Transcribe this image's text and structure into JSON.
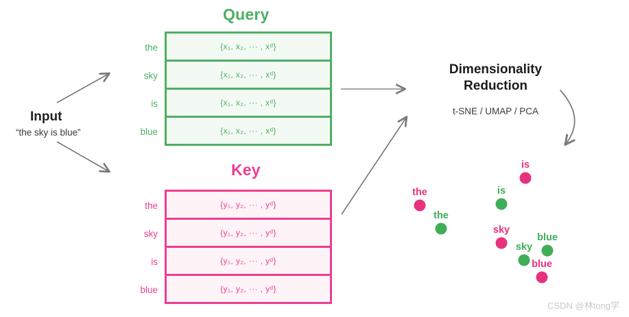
{
  "input": {
    "title": "Input",
    "sentence": "“the sky is blue”"
  },
  "query": {
    "title": "Query",
    "color": "#4CAF62",
    "fill": "#F3FAF4",
    "row_labels": [
      "the",
      "sky",
      "is",
      "blue"
    ],
    "vectors": [
      "{x₁, x₂, ··· , xᵈ}",
      "{x₁, x₂, ··· , xᵈ}",
      "{x₁, x₂, ··· , xᵈ}",
      "{x₁, x₂, ··· , xᵈ}"
    ]
  },
  "key": {
    "title": "Key",
    "color": "#EE3D8F",
    "fill": "#FEF4F8",
    "row_labels": [
      "the",
      "sky",
      "is",
      "blue"
    ],
    "vectors": [
      "{y₁, y₂, ··· , yᵈ}",
      "{y₁, y₂, ··· , yᵈ}",
      "{y₁, y₂, ··· , yᵈ}",
      "{y₁, y₂, ··· , yᵈ}"
    ]
  },
  "reduction": {
    "title_line1": "Dimensionality",
    "title_line2": "Reduction",
    "subtitle": "t-SNE / UMAP / PCA"
  },
  "chart_data": {
    "type": "scatter",
    "title": "",
    "xlabel": "",
    "ylabel": "",
    "axes_visible": false,
    "grid": false,
    "legend": "none",
    "xlim": [
      0,
      300
    ],
    "ylim": [
      0,
      215
    ],
    "series": [
      {
        "name": "Query",
        "color": "#3FAE57",
        "points": [
          {
            "label": "the",
            "x": 68,
            "y": 111
          },
          {
            "label": "sky",
            "x": 189,
            "y": 65
          },
          {
            "label": "is",
            "x": 156,
            "y": 147
          },
          {
            "label": "blue",
            "x": 223,
            "y": 79
          }
        ]
      },
      {
        "name": "Key",
        "color": "#E8317F",
        "points": [
          {
            "label": "the",
            "x": 37,
            "y": 145
          },
          {
            "label": "sky",
            "x": 156,
            "y": 90
          },
          {
            "label": "is",
            "x": 191,
            "y": 185
          },
          {
            "label": "blue",
            "x": 215,
            "y": 40
          }
        ]
      }
    ]
  },
  "watermark": "CSDN @林tong学"
}
